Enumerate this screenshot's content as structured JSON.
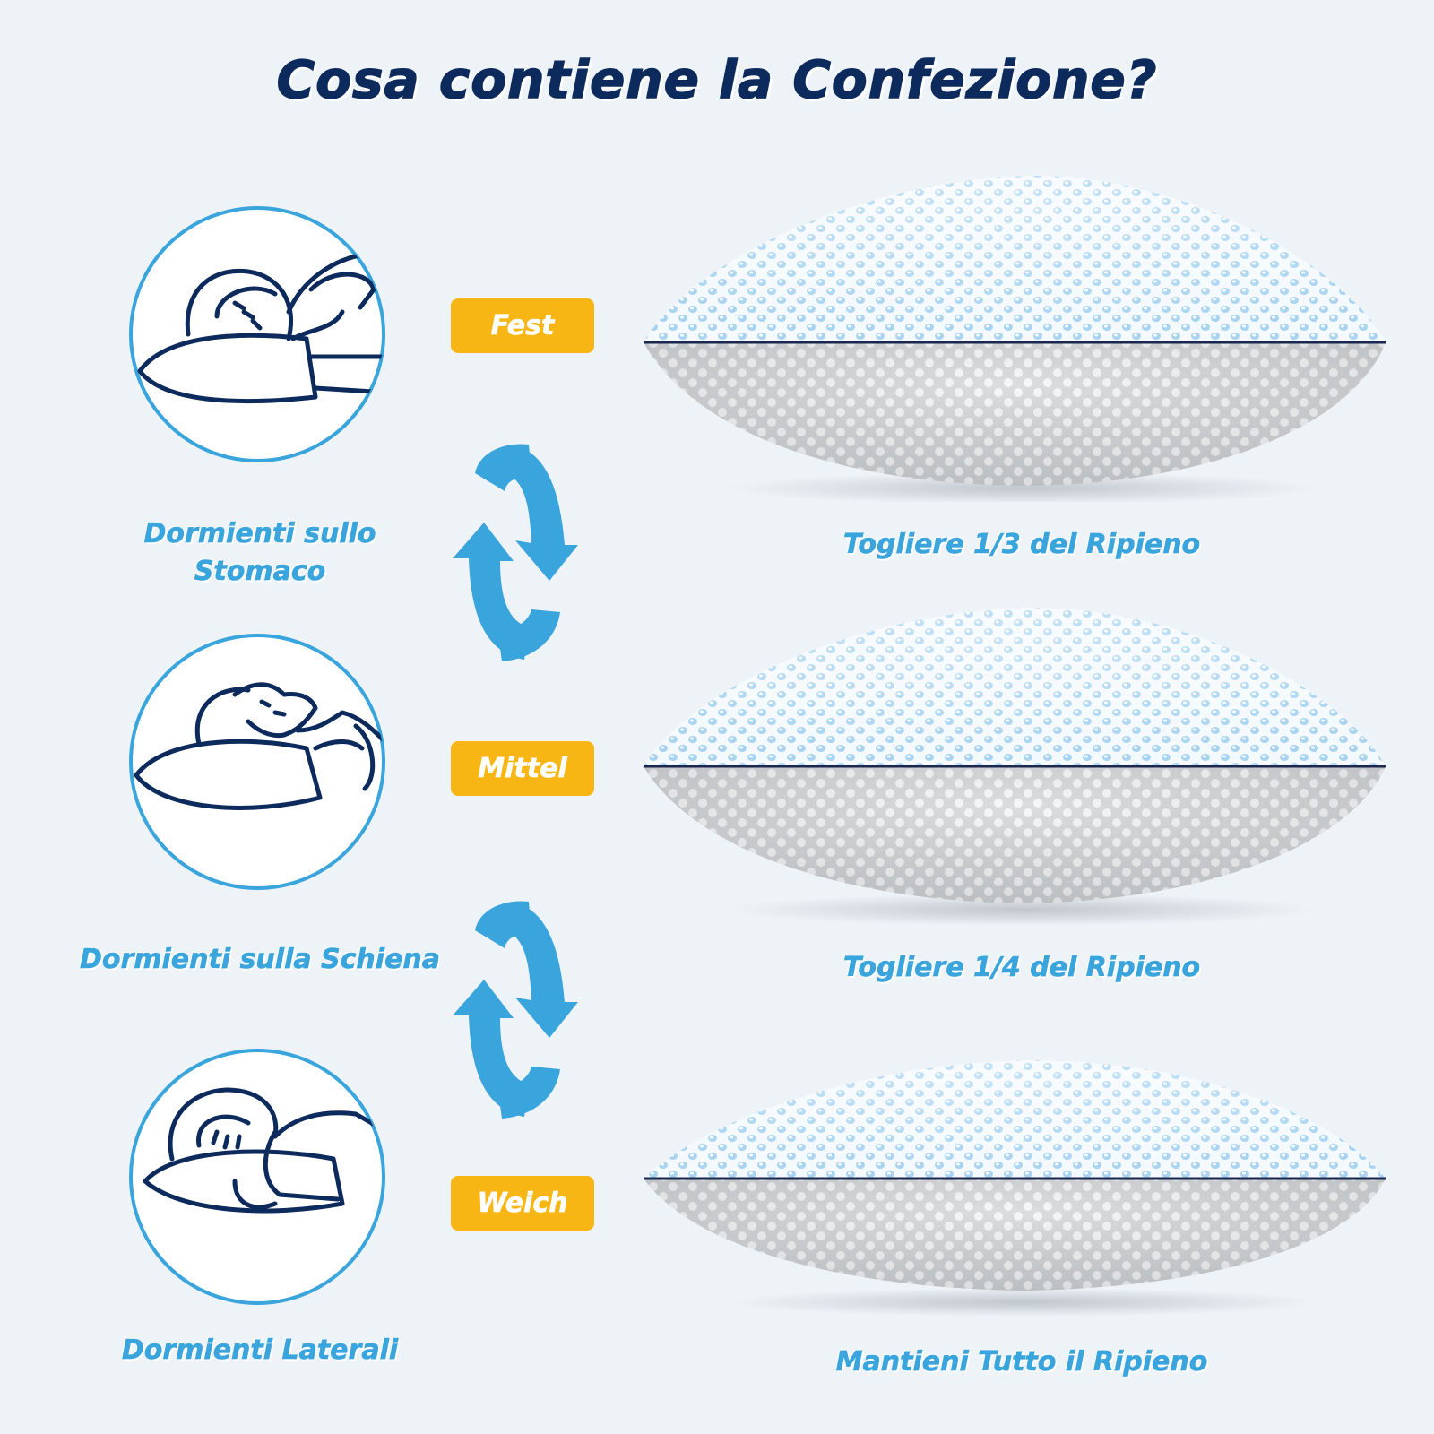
{
  "title": "Cosa contiene la Confezione?",
  "colors": {
    "navy": "#0d2a5c",
    "accent_blue": "#3aa4dc",
    "badge_yellow": "#f7b614",
    "background": "#eef3f7"
  },
  "levels": [
    {
      "sleeper_icon": "stomach-sleeper-icon",
      "sleeper_label_line1": "Dormienti sullo",
      "sleeper_label_line2": "Stomaco",
      "firmness": "Fest",
      "instruction": "Togliere 1/3 del Ripieno"
    },
    {
      "sleeper_icon": "back-sleeper-icon",
      "sleeper_label_line1": "Dormienti sulla Schiena",
      "sleeper_label_line2": "",
      "firmness": "Mittel",
      "instruction": "Togliere 1/4 del Ripieno"
    },
    {
      "sleeper_icon": "side-sleeper-icon",
      "sleeper_label_line1": "Dormienti Laterali",
      "sleeper_label_line2": "",
      "firmness": "Weich",
      "instruction": "Mantieni Tutto il Ripieno"
    }
  ],
  "cycle_icons": [
    "refresh-cycle-icon",
    "refresh-cycle-icon"
  ]
}
